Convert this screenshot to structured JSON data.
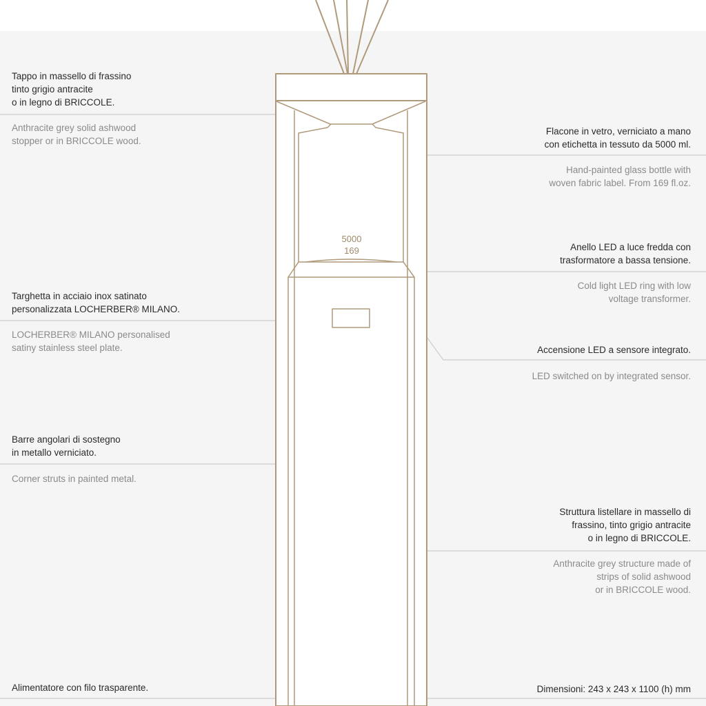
{
  "colors": {
    "background_top": "#ffffff",
    "background_panel": "#f5f5f5",
    "drawing_stroke": "#b09a7c",
    "text_italian": "#2a2a2a",
    "text_english": "#8a8a8a",
    "leader_lines": "#c0c0c0"
  },
  "bottle_caption": {
    "ml": "5000",
    "floz": "169"
  },
  "annotations": {
    "stopper": {
      "it": [
        "Tappo in massello di frassino",
        "tinto grigio antracite",
        "o in legno di BRICCOLE."
      ],
      "en": [
        "Anthracite grey solid ashwood",
        "stopper or in BRICCOLE wood."
      ]
    },
    "bottle": {
      "it": [
        "Flacone in vetro, verniciato a mano",
        "con etichetta in tessuto da 5000 ml."
      ],
      "en": [
        "Hand-painted glass bottle with",
        "woven fabric label. From 169 fl.oz."
      ]
    },
    "led_ring": {
      "it": [
        "Anello LED a luce fredda con",
        "trasformatore a bassa tensione."
      ],
      "en": [
        "Cold light LED ring with low",
        "voltage transformer."
      ]
    },
    "plate": {
      "it": [
        "Targhetta in acciaio inox satinato",
        "personalizzata LOCHERBER® MILANO."
      ],
      "en": [
        "LOCHERBER® MILANO personalised",
        "satiny stainless steel plate."
      ]
    },
    "sensor": {
      "it": [
        "Accensione LED a sensore integrato."
      ],
      "en": [
        "LED switched on by integrated sensor."
      ]
    },
    "struts": {
      "it": [
        "Barre angolari di sostegno",
        "in metallo verniciato."
      ],
      "en": [
        "Corner struts in painted metal."
      ]
    },
    "structure": {
      "it": [
        "Struttura listellare in massello di",
        "frassino, tinto grigio antracite",
        "o in legno di BRICCOLE."
      ],
      "en": [
        "Anthracite grey structure made of",
        "strips of solid ashwood",
        "or in BRICCOLE wood."
      ]
    },
    "power": {
      "it": [
        "Alimentatore con filo trasparente."
      ]
    },
    "dimensions": {
      "it": [
        "Dimensioni: 243 x 243 x 1100 (h) mm"
      ]
    }
  }
}
